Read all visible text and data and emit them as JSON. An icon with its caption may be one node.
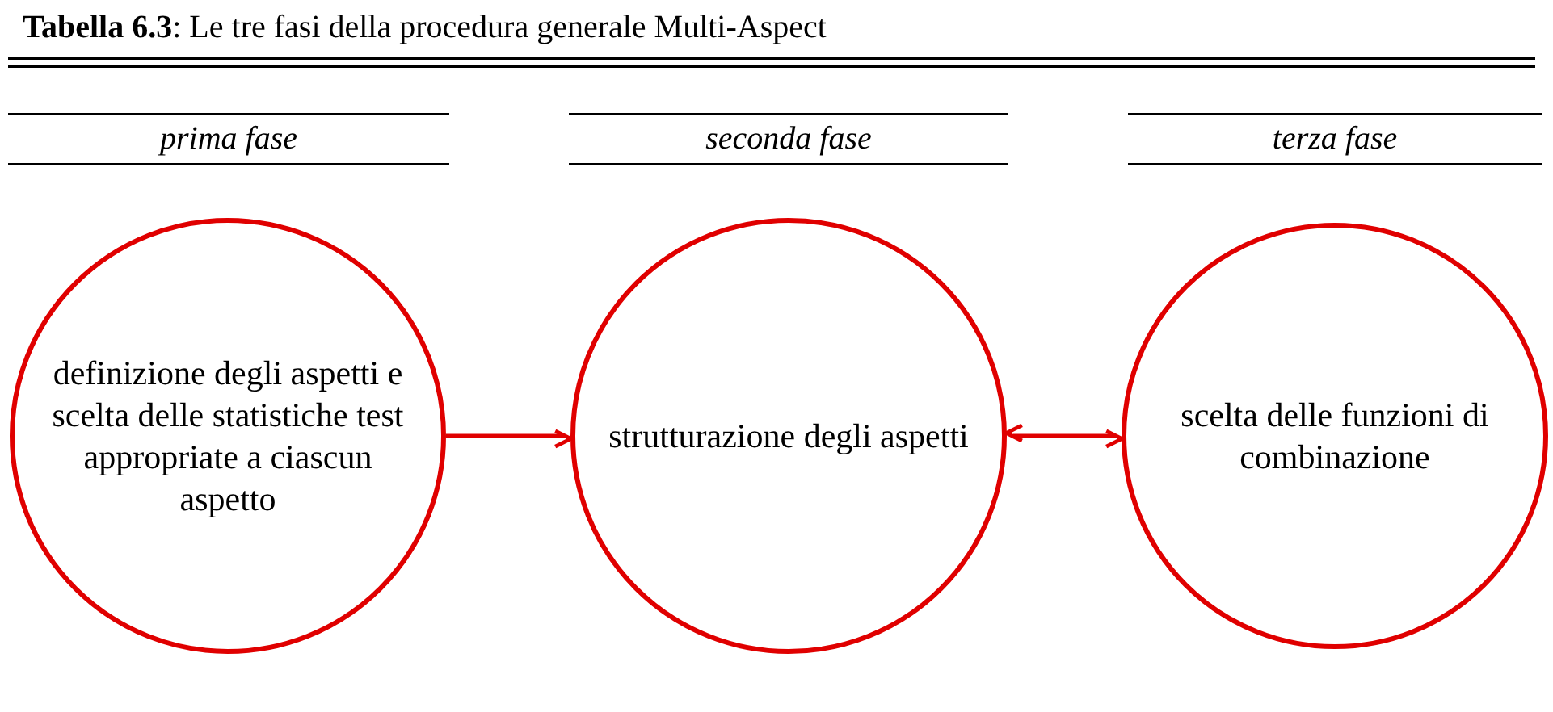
{
  "diagram": {
    "title": "**Tabella 6.3**: Le tre fasi della procedura generale Multi-Aspect",
    "nodes": [
      {
        "text": [
          "definizione degli aspetti e scelta delle statistiche test appropriate a ciascun aspetto"
        ]
      },
      {
        "text": [
          "strutturazione degli aspetti"
        ]
      },
      {
        "text": [
          "scelta delle funzioni di combinazione"
        ]
      }
    ],
    "edges": [
      {
        "from": 0,
        "to": 1,
        "arrow": "to"
      },
      {
        "from": 1,
        "to": 2,
        "arrow": "both"
      }
    ],
    "labels": [
      "prima fase",
      "seconda fase",
      "terza fase"
    ]
  }
}
